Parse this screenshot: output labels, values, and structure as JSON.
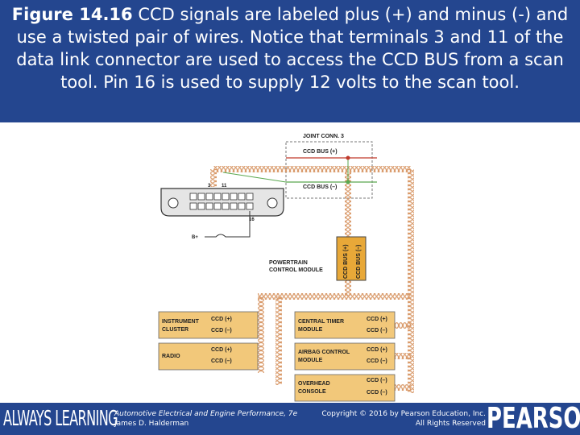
{
  "caption": {
    "figure_label": "Figure 14.16",
    "text": " CCD signals are labeled plus (+) and minus (-) and use a twisted pair of wires. Notice that terminals 3 and 11 of the data link connector are used to access the CCD BUS from a scan tool. Pin 16 is used to supply 12 volts to the scan tool."
  },
  "diagram": {
    "joint_conn": "JOINT CONN. 3",
    "ccd_bus_plus": "CCD BUS (+)",
    "ccd_bus_minus": "CCD BUS (–)",
    "pin_3": "3",
    "pin_11": "11",
    "pin_16": "16",
    "bplus": "B+",
    "pcm_line1": "POWERTRAIN",
    "pcm_line2": "CONTROL MODULE",
    "pcm_plus": "CCD BUS (+)",
    "pcm_minus": "CCD BUS (–)",
    "ic_line1": "INSTRUMENT",
    "ic_line2": "CLUSTER",
    "radio": "RADIO",
    "ctm_line1": "CENTRAL TIMER",
    "ctm_line2": "MODULE",
    "acm_line1": "AIRBAG CONTROL",
    "acm_line2": "MODULE",
    "oc_line1": "OVERHEAD",
    "oc_line2": "CONSOLE",
    "ccd_plus": "CCD (+)",
    "ccd_minus": "CCD (–)",
    "colors": {
      "module_fill": "#f2c87a",
      "pcm_fill": "#e8a838",
      "twisted_wire": "#d99a6a",
      "green_wire": "#5aa84f",
      "red_wire": "#c0392b",
      "connector": "#e5e5e5"
    }
  },
  "footer": {
    "brand": "ALWAYS LEARNING",
    "book_title": "Automotive Electrical and Engine Performance, 7e",
    "author": "James D. Halderman",
    "copyright": "Copyright © 2016 by Pearson Education, Inc.",
    "rights": "All Rights Reserved",
    "publisher": "PEARSON"
  }
}
